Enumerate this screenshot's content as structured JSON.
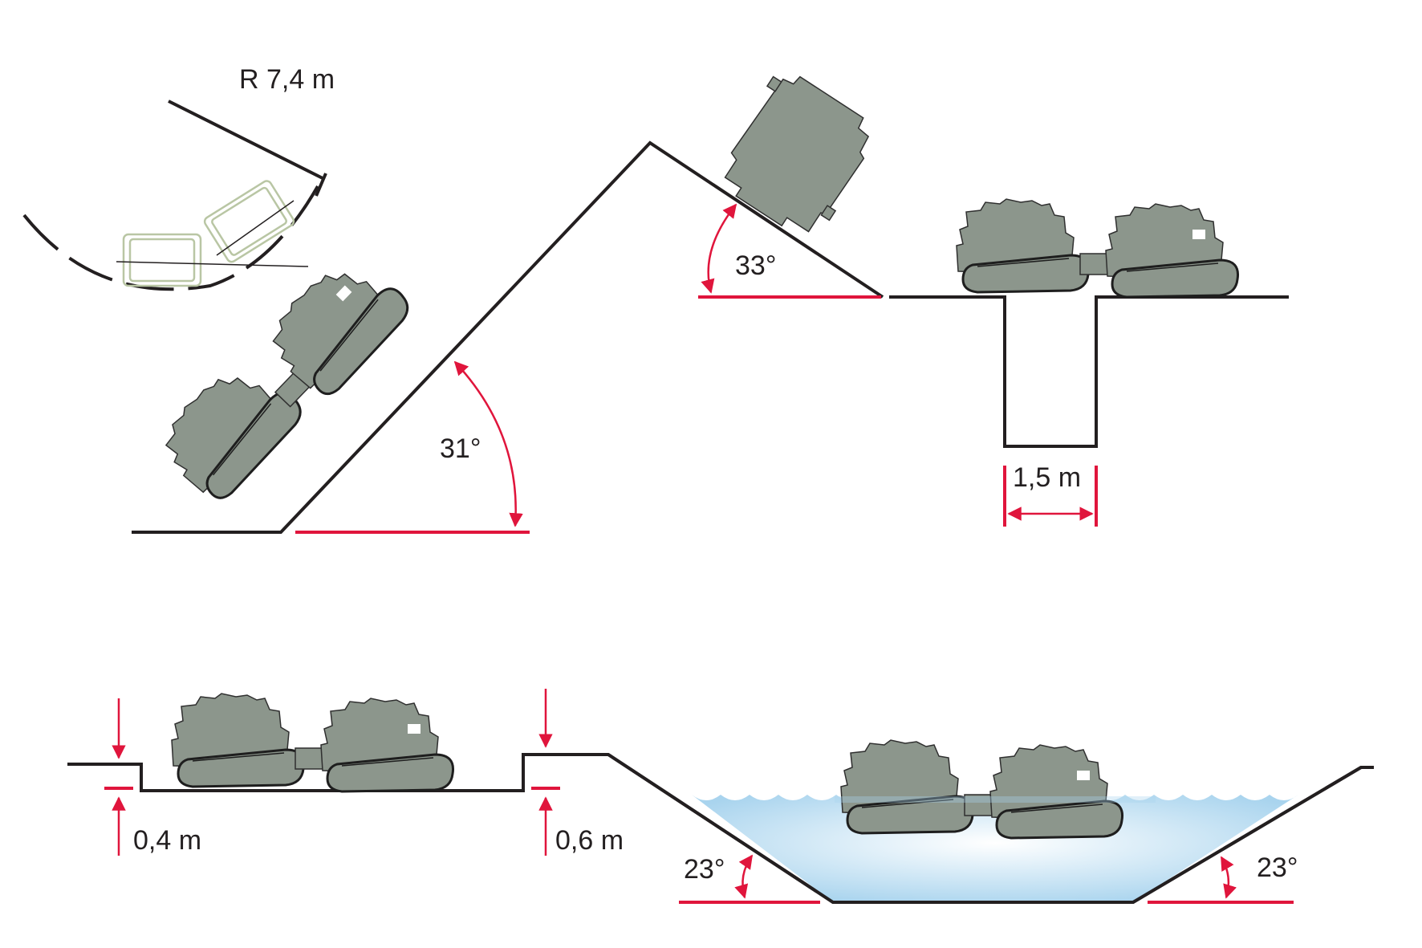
{
  "labels": {
    "turning_radius": "R 7,4 m",
    "climb_angle": "31°",
    "side_slope_angle": "33°",
    "trench_width": "1,5 m",
    "step_down": "0,4 m",
    "step_up": "0,6 m",
    "entry_angle": "23°",
    "exit_angle": "23°"
  },
  "colors": {
    "terrain_line": "#231f20",
    "dimension_red": "#e0153c",
    "vehicle_body": "#8c968c",
    "turn_outline": "#b9c6a4",
    "water_light": "#ffffff",
    "water_dark": "#a9d4ee"
  }
}
